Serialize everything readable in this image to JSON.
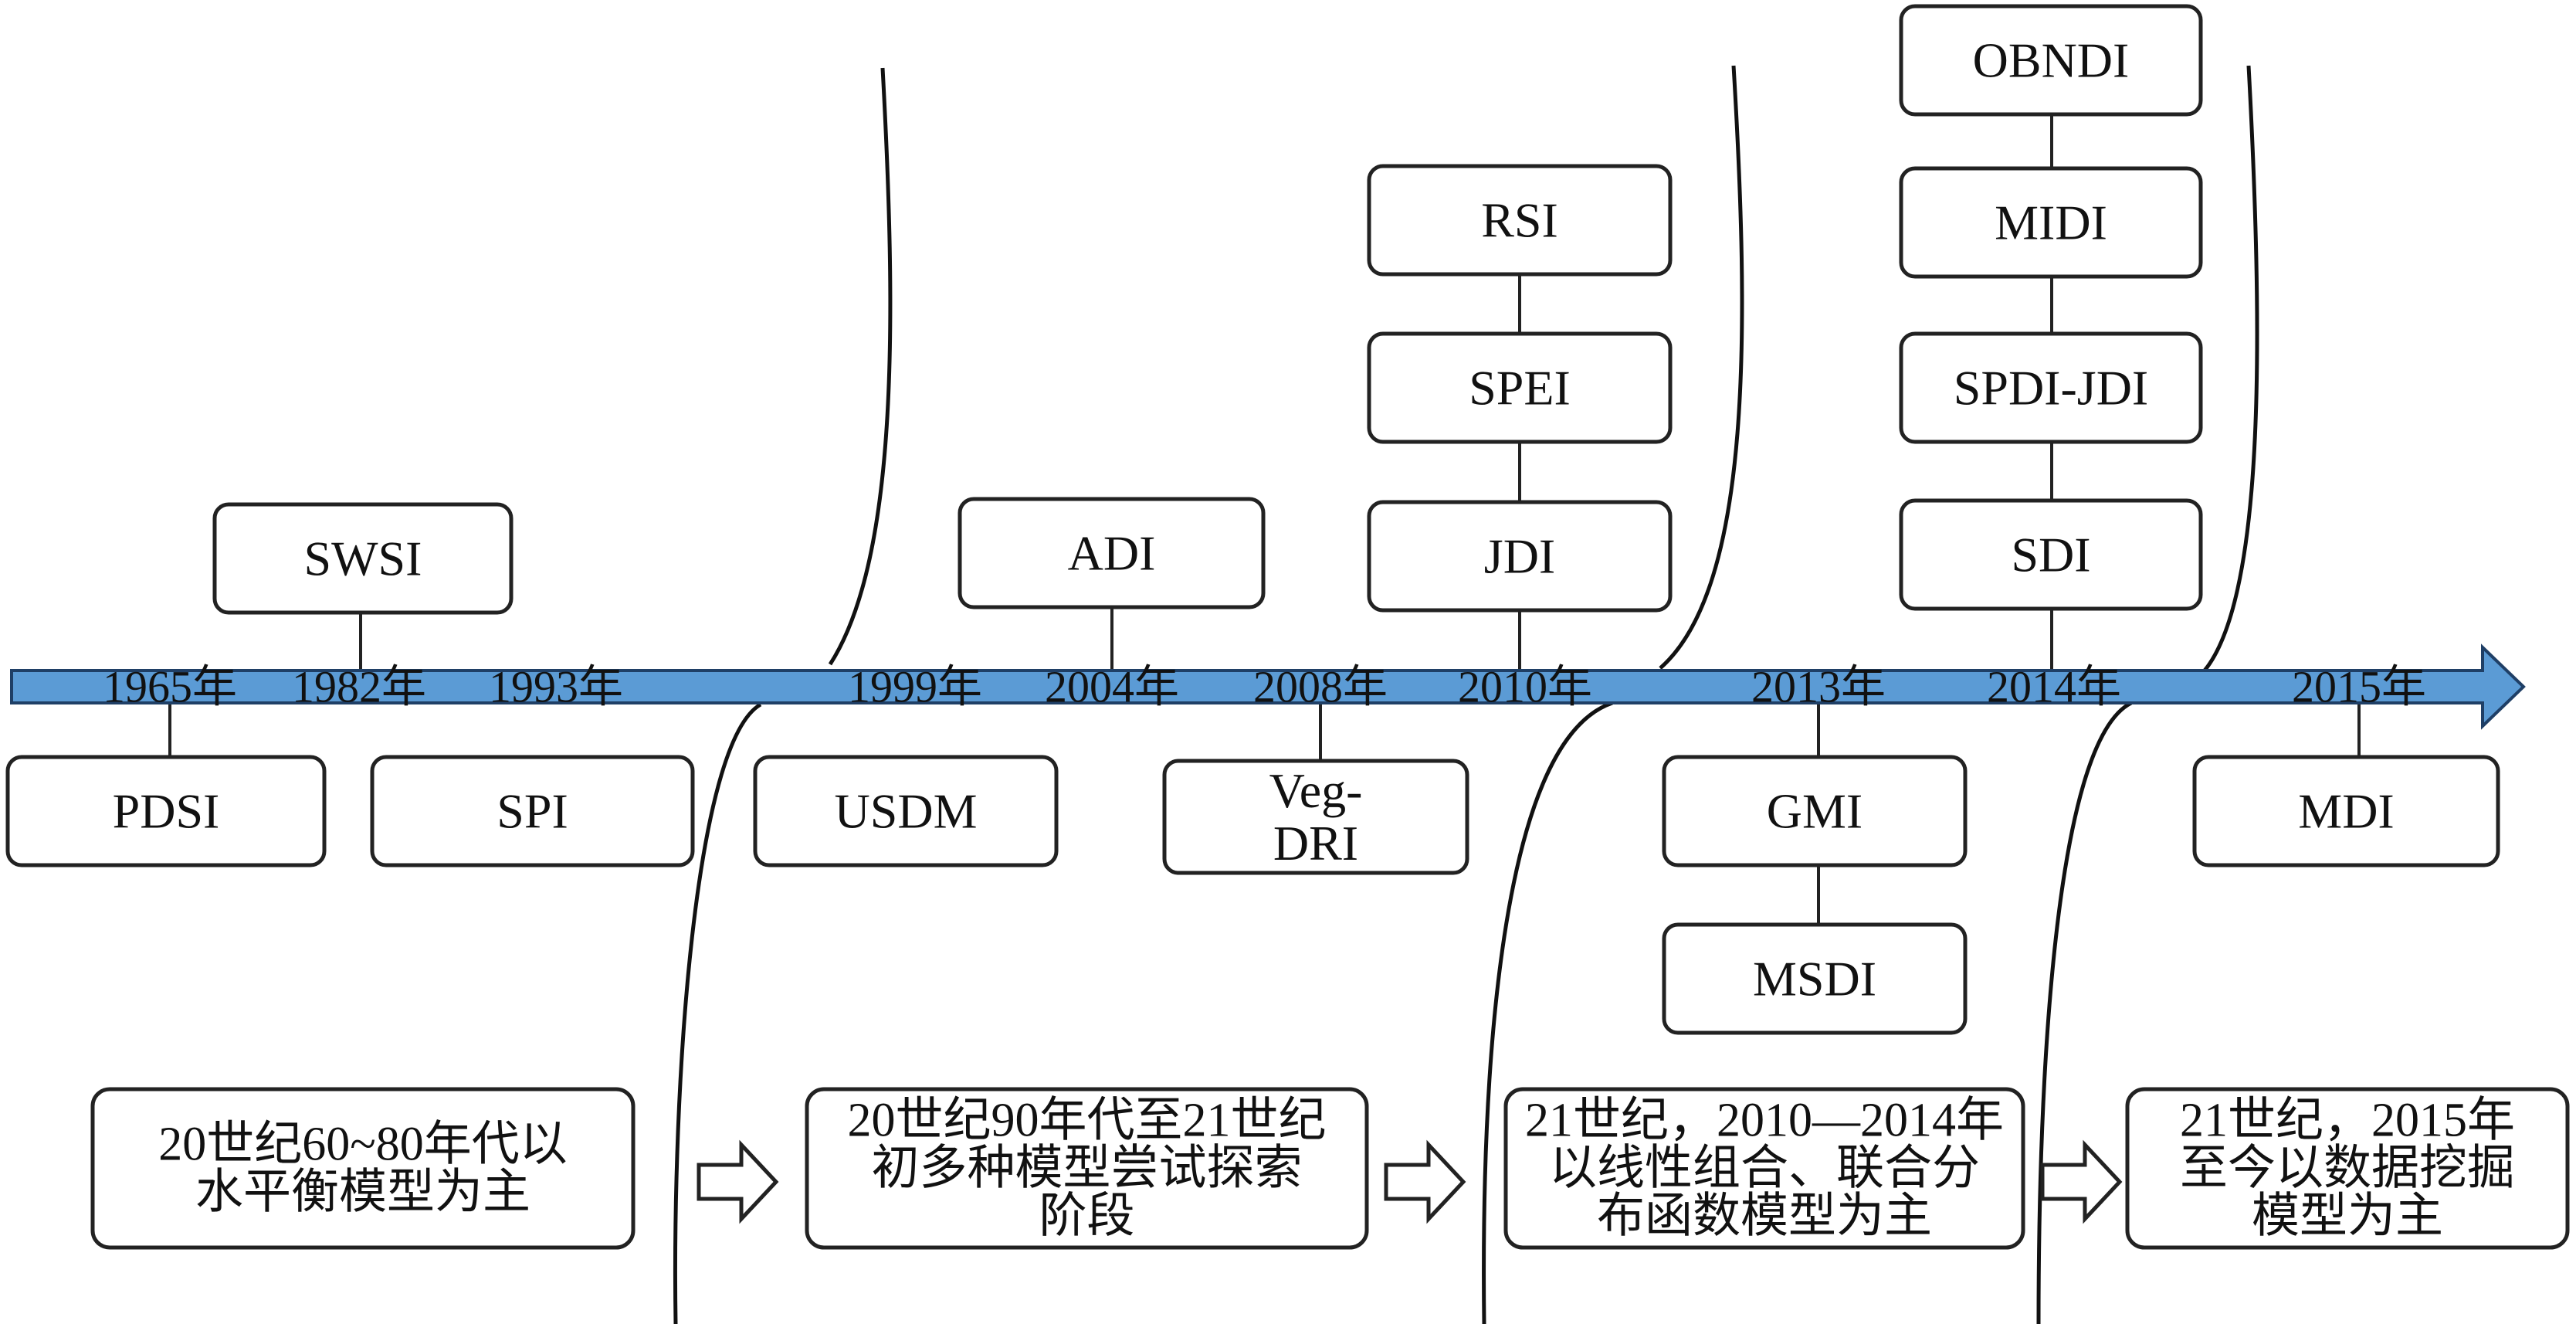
{
  "colors": {
    "axis": "#5b9bd5",
    "axis_stroke": "#1f3f66"
  },
  "years": [
    "1965年",
    "1982年",
    "1993年",
    "1999年",
    "2004年",
    "2008年",
    "2010年",
    "2013年",
    "2014年",
    "2015年"
  ],
  "indices_above": [
    [
      "SWSI"
    ],
    [
      "ADI"
    ],
    [
      "JDI",
      "SPEI",
      "RSI"
    ],
    [
      "SDI",
      "SPDI-JDI",
      "MIDI",
      "OBNDI"
    ]
  ],
  "indices_below": [
    [
      "PDSI"
    ],
    [
      "SPI"
    ],
    [
      "USDM"
    ],
    [
      "Veg-",
      "DRI"
    ],
    [
      "GMI"
    ],
    [
      "MSDI"
    ],
    [
      "MDI"
    ]
  ],
  "stages": [
    [
      "20世纪60~80年代以",
      "水平衡模型为主"
    ],
    [
      "20世纪90年代至21世纪",
      "初多种模型尝试探索",
      "阶段"
    ],
    [
      "21世纪，2010—2014年",
      "以线性组合、联合分",
      "布函数模型为主"
    ],
    [
      "21世纪，2015年",
      "至今以数据挖掘",
      "模型为主"
    ]
  ]
}
